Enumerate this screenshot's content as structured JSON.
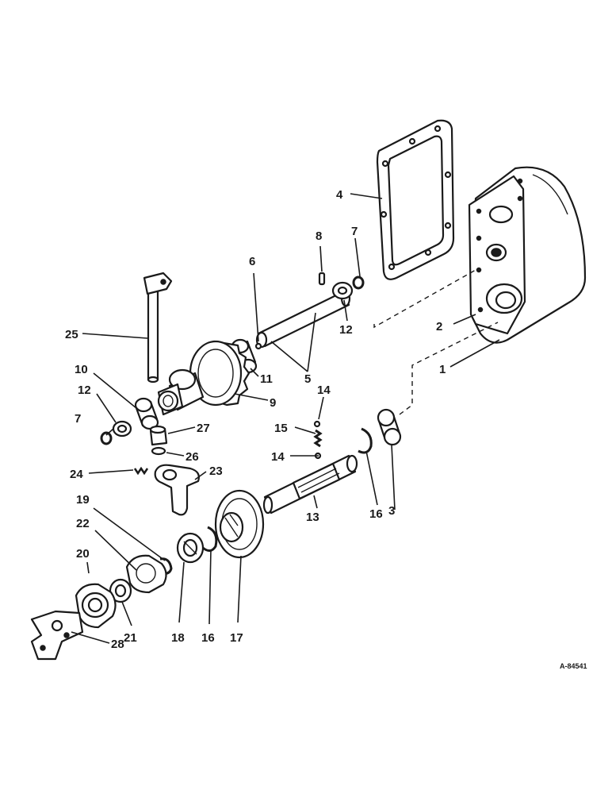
{
  "diagram_code": "A-84541",
  "callouts": [
    {
      "id": "c1",
      "label": "1"
    },
    {
      "id": "c2",
      "label": "2"
    },
    {
      "id": "c3",
      "label": "3"
    },
    {
      "id": "c4",
      "label": "4"
    },
    {
      "id": "c5",
      "label": "5"
    },
    {
      "id": "c6",
      "label": "6"
    },
    {
      "id": "c7a",
      "label": "7"
    },
    {
      "id": "c7b",
      "label": "7"
    },
    {
      "id": "c8",
      "label": "8"
    },
    {
      "id": "c9",
      "label": "9"
    },
    {
      "id": "c10",
      "label": "10"
    },
    {
      "id": "c11",
      "label": "11"
    },
    {
      "id": "c12a",
      "label": "12"
    },
    {
      "id": "c12b",
      "label": "12"
    },
    {
      "id": "c13",
      "label": "13"
    },
    {
      "id": "c14a",
      "label": "14"
    },
    {
      "id": "c14b",
      "label": "14"
    },
    {
      "id": "c15",
      "label": "15"
    },
    {
      "id": "c16a",
      "label": "16"
    },
    {
      "id": "c16b",
      "label": "16"
    },
    {
      "id": "c17",
      "label": "17"
    },
    {
      "id": "c18",
      "label": "18"
    },
    {
      "id": "c19",
      "label": "19"
    },
    {
      "id": "c20",
      "label": "20"
    },
    {
      "id": "c21",
      "label": "21"
    },
    {
      "id": "c22",
      "label": "22"
    },
    {
      "id": "c23",
      "label": "23"
    },
    {
      "id": "c24",
      "label": "24"
    },
    {
      "id": "c25",
      "label": "25"
    },
    {
      "id": "c26",
      "label": "26"
    },
    {
      "id": "c27",
      "label": "27"
    },
    {
      "id": "c28",
      "label": "28"
    }
  ]
}
